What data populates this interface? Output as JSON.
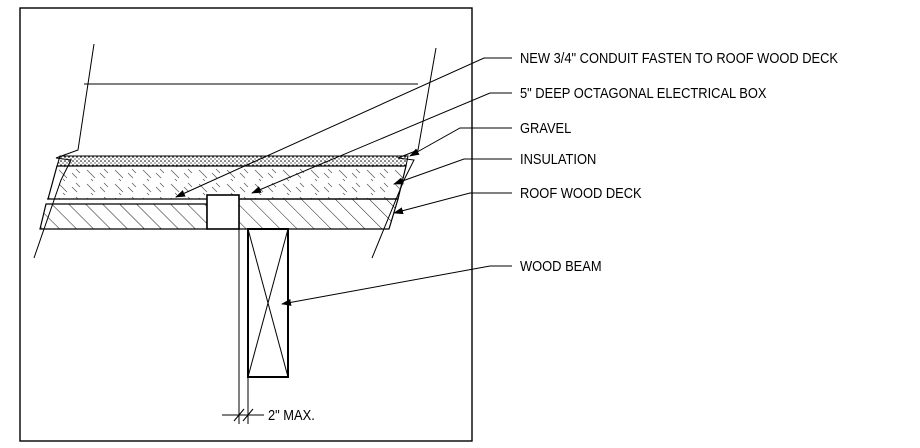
{
  "labels": {
    "conduit": "NEW 3/4\" CONDUIT FASTEN TO ROOF WOOD DECK",
    "box": "5\" DEEP OCTAGONAL ELECTRICAL BOX",
    "gravel": "GRAVEL",
    "insulation": "INSULATION",
    "deck": "ROOF WOOD DECK",
    "beam": "WOOD BEAM"
  },
  "dimension": {
    "label": "2\" MAX."
  }
}
